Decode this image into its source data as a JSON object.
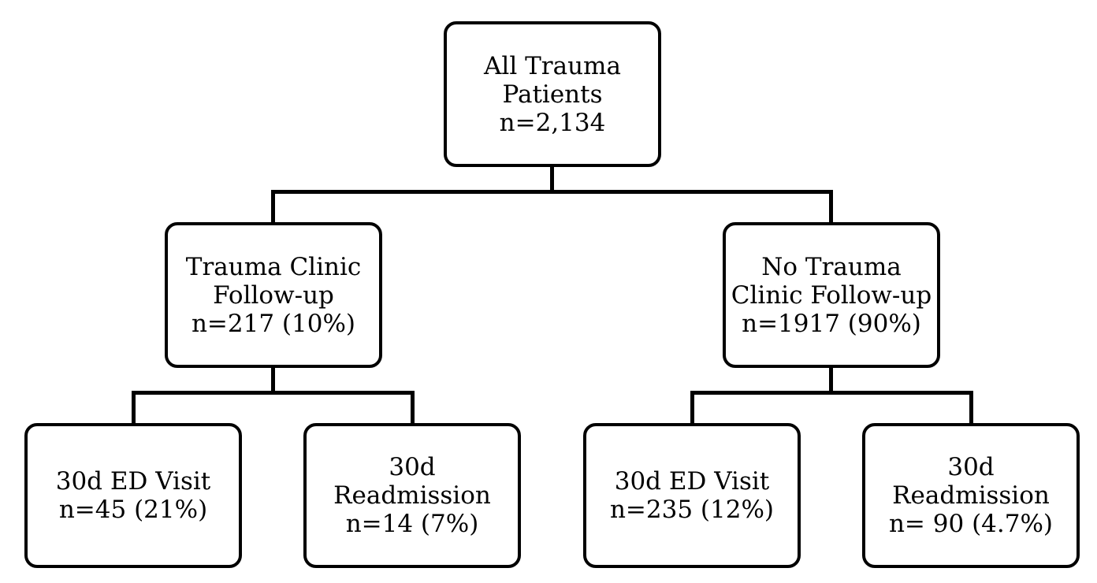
{
  "root": {
    "lines": [
      "All Trauma",
      "Patients",
      "n=2,134"
    ]
  },
  "left": {
    "lines": [
      "Trauma Clinic",
      "Follow-up",
      "n=217 (10%)"
    ],
    "children": [
      {
        "lines": [
          "30d ED Visit",
          "n=45 (21%)"
        ]
      },
      {
        "lines": [
          "30d",
          "Readmission",
          "n=14 (7%)"
        ]
      }
    ]
  },
  "right": {
    "lines": [
      "No Trauma",
      "Clinic Follow-up",
      "n=1917 (90%)"
    ],
    "children": [
      {
        "lines": [
          "30d ED Visit",
          "n=235 (12%)"
        ]
      },
      {
        "lines": [
          "30d",
          "Readmission",
          "n= 90 (4.7%)"
        ]
      }
    ]
  },
  "colors": {
    "line": "#000000",
    "background": "#ffffff"
  }
}
